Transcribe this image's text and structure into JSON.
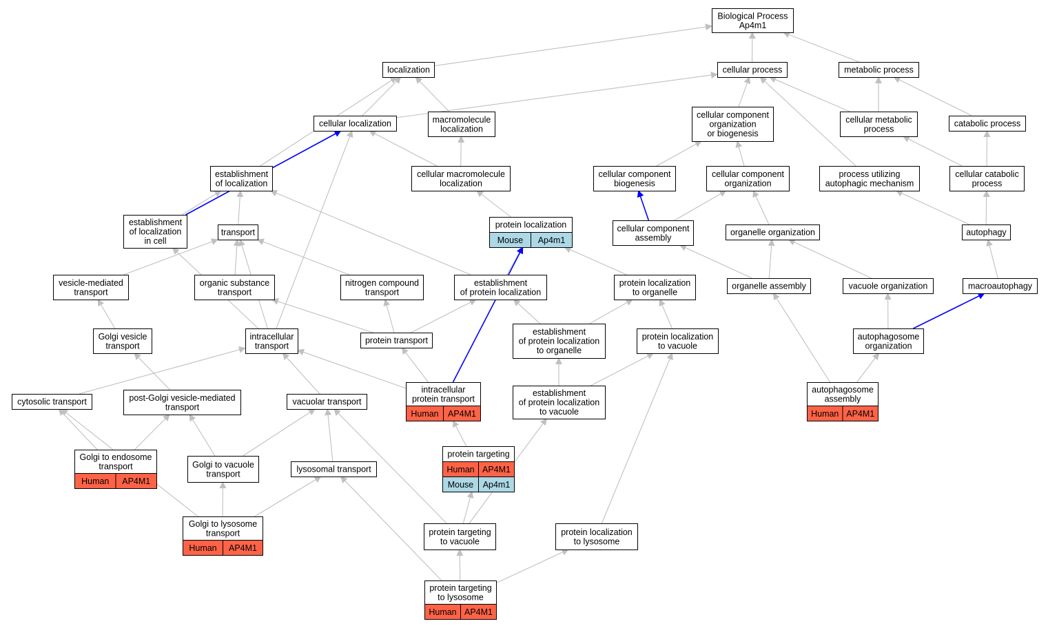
{
  "colors": {
    "human": "#ff6347",
    "mouse": "#add8e6",
    "edge": "#c0c0c0",
    "highlight": "#0000ff",
    "border": "#000000"
  },
  "nodes": {
    "bp": {
      "lines": [
        "Biological Process",
        "Ap4m1"
      ]
    },
    "loc": {
      "lines": [
        "localization"
      ]
    },
    "cp": {
      "lines": [
        "cellular process"
      ]
    },
    "mp": {
      "lines": [
        "metabolic process"
      ]
    },
    "cl": {
      "lines": [
        "cellular localization"
      ]
    },
    "mloc": {
      "lines": [
        "macromolecule",
        "localization"
      ]
    },
    "ccob": {
      "lines": [
        "cellular component",
        "organization",
        "or biogenesis"
      ]
    },
    "cmp": {
      "lines": [
        "cellular metabolic",
        "process"
      ]
    },
    "catp": {
      "lines": [
        "catabolic process"
      ]
    },
    "eloc": {
      "lines": [
        "establishment",
        "of localization"
      ]
    },
    "cmloc": {
      "lines": [
        "cellular macromolecule",
        "localization"
      ]
    },
    "ccb": {
      "lines": [
        "cellular component",
        "biogenesis"
      ]
    },
    "cco": {
      "lines": [
        "cellular component",
        "organization"
      ]
    },
    "puam": {
      "lines": [
        "process utilizing",
        "autophagic mechanism"
      ]
    },
    "ccatp": {
      "lines": [
        "cellular catabolic",
        "process"
      ]
    },
    "eloccell": {
      "lines": [
        "establishment",
        "of localization",
        "in cell"
      ]
    },
    "transport": {
      "lines": [
        "transport"
      ]
    },
    "ploc": {
      "lines": [
        "protein localization"
      ],
      "tags": [
        {
          "species": "Mouse",
          "gene": "Ap4m1"
        }
      ]
    },
    "cca": {
      "lines": [
        "cellular component",
        "assembly"
      ]
    },
    "orgo": {
      "lines": [
        "organelle organization"
      ]
    },
    "autoph": {
      "lines": [
        "autophagy"
      ]
    },
    "vmt": {
      "lines": [
        "vesicle-mediated",
        "transport"
      ]
    },
    "ost": {
      "lines": [
        "organic substance",
        "transport"
      ]
    },
    "nct": {
      "lines": [
        "nitrogen compound",
        "transport"
      ]
    },
    "eploc": {
      "lines": [
        "establishment",
        "of protein localization"
      ]
    },
    "pltoorg": {
      "lines": [
        "protein localization",
        "to organelle"
      ]
    },
    "orga": {
      "lines": [
        "organelle assembly"
      ]
    },
    "vacorg": {
      "lines": [
        "vacuole organization"
      ]
    },
    "macro": {
      "lines": [
        "macroautophagy"
      ]
    },
    "gvt": {
      "lines": [
        "Golgi vesicle",
        "transport"
      ]
    },
    "it": {
      "lines": [
        "intracellular",
        "transport"
      ]
    },
    "pt": {
      "lines": [
        "protein transport"
      ]
    },
    "eplorg": {
      "lines": [
        "establishment",
        "of protein localization",
        "to organelle"
      ]
    },
    "pltovac": {
      "lines": [
        "protein localization",
        "to vacuole"
      ]
    },
    "apo": {
      "lines": [
        "autophagosome",
        "organization"
      ]
    },
    "ct": {
      "lines": [
        "cytosolic transport"
      ]
    },
    "pgvmt": {
      "lines": [
        "post-Golgi vesicle-mediated",
        "transport"
      ]
    },
    "vt": {
      "lines": [
        "vacuolar transport"
      ]
    },
    "ipt": {
      "lines": [
        "intracellular",
        "protein transport"
      ],
      "tags": [
        {
          "species": "Human",
          "gene": "AP4M1"
        }
      ]
    },
    "eplvac": {
      "lines": [
        "establishment",
        "of protein localization",
        "to vacuole"
      ]
    },
    "apa": {
      "lines": [
        "autophagosome",
        "assembly"
      ],
      "tags": [
        {
          "species": "Human",
          "gene": "AP4M1"
        }
      ]
    },
    "gtoe": {
      "lines": [
        "Golgi to endosome",
        "transport"
      ],
      "tags": [
        {
          "species": "Human",
          "gene": "AP4M1"
        }
      ]
    },
    "gtov": {
      "lines": [
        "Golgi to vacuole",
        "transport"
      ]
    },
    "lt": {
      "lines": [
        "lysosomal transport"
      ]
    },
    "ptgt": {
      "lines": [
        "protein targeting"
      ],
      "tags": [
        {
          "species": "Human",
          "gene": "AP4M1"
        },
        {
          "species": "Mouse",
          "gene": "Ap4m1"
        }
      ]
    },
    "gtol": {
      "lines": [
        "Golgi to lysosome",
        "transport"
      ],
      "tags": [
        {
          "species": "Human",
          "gene": "AP4M1"
        }
      ]
    },
    "pttv": {
      "lines": [
        "protein targeting",
        "to vacuole"
      ]
    },
    "pltol": {
      "lines": [
        "protein localization",
        "to lysosome"
      ]
    },
    "pttl": {
      "lines": [
        "protein targeting",
        "to lysosome"
      ],
      "tags": [
        {
          "species": "Human",
          "gene": "AP4M1"
        }
      ]
    }
  },
  "edges": [
    {
      "from": "loc",
      "to": "bp"
    },
    {
      "from": "cp",
      "to": "bp"
    },
    {
      "from": "mp",
      "to": "bp"
    },
    {
      "from": "cl",
      "to": "loc"
    },
    {
      "from": "mloc",
      "to": "loc"
    },
    {
      "from": "eloc",
      "to": "loc"
    },
    {
      "from": "cl",
      "to": "cp"
    },
    {
      "from": "ccob",
      "to": "cp"
    },
    {
      "from": "cmp",
      "to": "cp"
    },
    {
      "from": "puam",
      "to": "cp"
    },
    {
      "from": "cmp",
      "to": "mp"
    },
    {
      "from": "catp",
      "to": "mp"
    },
    {
      "from": "ccb",
      "to": "ccob"
    },
    {
      "from": "cco",
      "to": "ccob"
    },
    {
      "from": "ccatp",
      "to": "cmp"
    },
    {
      "from": "ccatp",
      "to": "catp"
    },
    {
      "from": "cmloc",
      "to": "cl"
    },
    {
      "from": "cmloc",
      "to": "mloc"
    },
    {
      "from": "it",
      "to": "cl"
    },
    {
      "from": "eloccell",
      "to": "cl",
      "highlight": true
    },
    {
      "from": "eloccell",
      "to": "eloc"
    },
    {
      "from": "transport",
      "to": "eloc"
    },
    {
      "from": "eploc",
      "to": "eloc"
    },
    {
      "from": "ploc",
      "to": "cmloc"
    },
    {
      "from": "cca",
      "to": "ccb",
      "highlight": true
    },
    {
      "from": "cca",
      "to": "cco"
    },
    {
      "from": "orgo",
      "to": "cco"
    },
    {
      "from": "autoph",
      "to": "puam"
    },
    {
      "from": "autoph",
      "to": "ccatp"
    },
    {
      "from": "it",
      "to": "eloccell"
    },
    {
      "from": "vmt",
      "to": "transport"
    },
    {
      "from": "ost",
      "to": "transport"
    },
    {
      "from": "nct",
      "to": "transport"
    },
    {
      "from": "it",
      "to": "transport"
    },
    {
      "from": "eploc",
      "to": "ploc"
    },
    {
      "from": "pltoorg",
      "to": "ploc"
    },
    {
      "from": "ipt",
      "to": "ploc",
      "highlight": true
    },
    {
      "from": "orga",
      "to": "cca"
    },
    {
      "from": "orga",
      "to": "orgo"
    },
    {
      "from": "vacorg",
      "to": "orgo"
    },
    {
      "from": "macro",
      "to": "autoph"
    },
    {
      "from": "gvt",
      "to": "vmt"
    },
    {
      "from": "pt",
      "to": "ost"
    },
    {
      "from": "pt",
      "to": "nct"
    },
    {
      "from": "pt",
      "to": "eploc"
    },
    {
      "from": "eplorg",
      "to": "eploc"
    },
    {
      "from": "eplorg",
      "to": "pltoorg"
    },
    {
      "from": "pltovac",
      "to": "pltoorg"
    },
    {
      "from": "apa",
      "to": "orga"
    },
    {
      "from": "apo",
      "to": "vacorg"
    },
    {
      "from": "apo",
      "to": "macro",
      "highlight": true
    },
    {
      "from": "pgvmt",
      "to": "gvt"
    },
    {
      "from": "ct",
      "to": "it"
    },
    {
      "from": "vt",
      "to": "it"
    },
    {
      "from": "ipt",
      "to": "it"
    },
    {
      "from": "ipt",
      "to": "pt"
    },
    {
      "from": "eplvac",
      "to": "eplorg"
    },
    {
      "from": "eplvac",
      "to": "pltovac"
    },
    {
      "from": "apa",
      "to": "apo"
    },
    {
      "from": "gtoe",
      "to": "ct"
    },
    {
      "from": "gtoe",
      "to": "pgvmt"
    },
    {
      "from": "gtov",
      "to": "pgvmt"
    },
    {
      "from": "gtov",
      "to": "vt"
    },
    {
      "from": "lt",
      "to": "vt"
    },
    {
      "from": "pttv",
      "to": "vt"
    },
    {
      "from": "ptgt",
      "to": "ipt"
    },
    {
      "from": "gtol",
      "to": "ct"
    },
    {
      "from": "gtol",
      "to": "gtov"
    },
    {
      "from": "gtol",
      "to": "lt"
    },
    {
      "from": "pttv",
      "to": "ptgt"
    },
    {
      "from": "pttv",
      "to": "eplvac"
    },
    {
      "from": "pltol",
      "to": "pltovac"
    },
    {
      "from": "pttl",
      "to": "pttv"
    },
    {
      "from": "pttl",
      "to": "lt"
    },
    {
      "from": "pttl",
      "to": "pltol"
    }
  ]
}
